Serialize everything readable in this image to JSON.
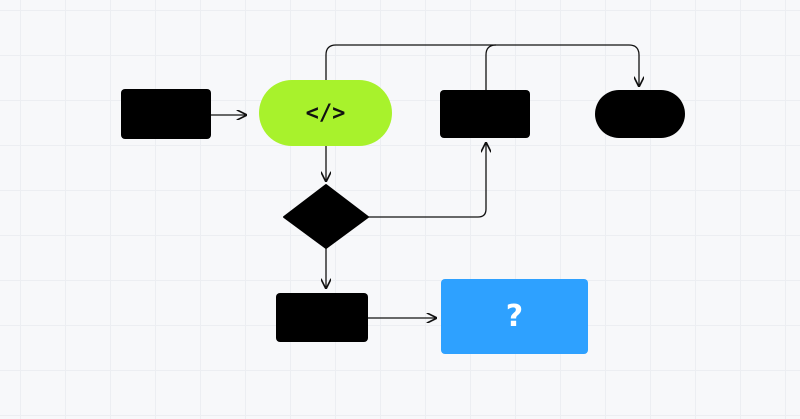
{
  "diagram": {
    "nodes": [
      {
        "id": "start-box",
        "shape": "rectangle",
        "label": ""
      },
      {
        "id": "code-node",
        "shape": "pill",
        "label": "</>"
      },
      {
        "id": "process-box",
        "shape": "rectangle",
        "label": ""
      },
      {
        "id": "end-terminal",
        "shape": "pill",
        "label": ""
      },
      {
        "id": "decision",
        "shape": "diamond",
        "label": ""
      },
      {
        "id": "action-box",
        "shape": "rectangle",
        "label": ""
      },
      {
        "id": "unknown-node",
        "shape": "rectangle",
        "label": "?"
      }
    ],
    "colors": {
      "background": "#f7f8fa",
      "node_dark": "#000000",
      "code_node": "#a8f22c",
      "unknown_node": "#2ea1ff",
      "connector": "#111111"
    },
    "icons": {
      "code": "code-brackets-icon",
      "question": "question-mark-icon"
    }
  }
}
